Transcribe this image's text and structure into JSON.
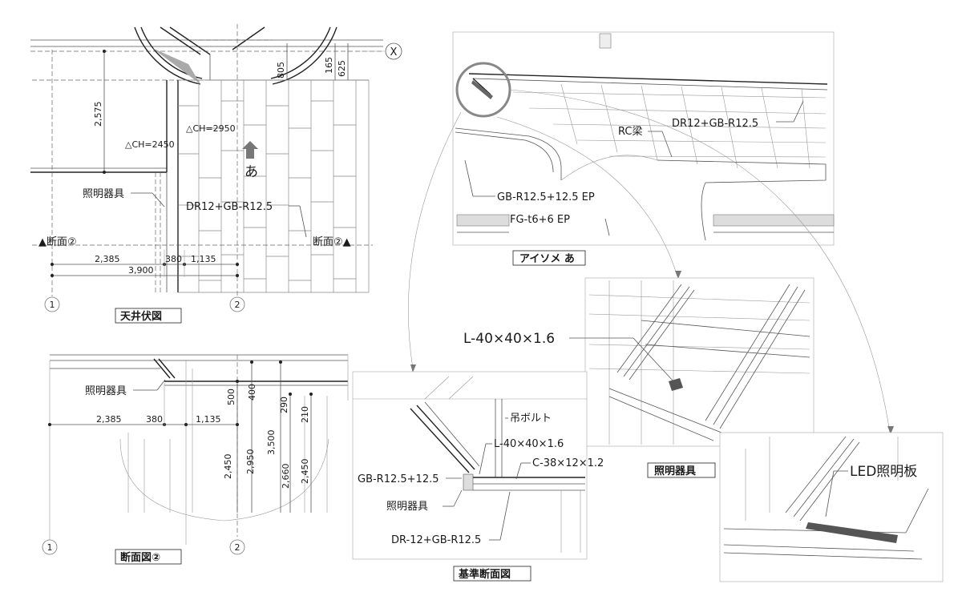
{
  "plan": {
    "title": "天井伏図",
    "axis_x": "X",
    "grid_1": "1",
    "grid_2": "2",
    "dim_805": "805",
    "dim_165": "165",
    "dim_625": "625",
    "dim_2575": "2,575",
    "ch_2950": "△CH=2950",
    "ch_2450": "△CH=2450",
    "view_mark": "あ",
    "lighting_label": "照明器具",
    "finish_label": "DR12+GB-R12.5",
    "section_left": "▲断面②",
    "section_right": "断面②▲",
    "dim_2385": "2,385",
    "dim_380": "380",
    "dim_1135": "1,135",
    "dim_3900": "3,900"
  },
  "axo": {
    "title": "アイソメ あ",
    "rc_beam": "RC梁",
    "finish": "DR12+GB-R12.5",
    "wall_finish": "GB-R12.5+12.5 EP",
    "glass": "FG-t6+6 EP"
  },
  "section": {
    "title": "断面図②",
    "grid_1": "1",
    "grid_2": "2",
    "lighting_label": "照明器具",
    "dim_2385": "2,385",
    "dim_380": "380",
    "dim_1135": "1,135",
    "dim_500": "500",
    "dim_400": "400",
    "dim_290": "290",
    "dim_210": "210",
    "dim_2450a": "2,450",
    "dim_2950": "2,950",
    "dim_3500": "3,500",
    "dim_2660": "2,660",
    "dim_2450b": "2,450"
  },
  "std_section": {
    "title": "基準断面図",
    "bolt": "吊ボルト",
    "angle": "L-40×40×1.6",
    "channel": "C-38×12×1.2",
    "gb": "GB-R12.5+12.5",
    "lighting": "照明器具",
    "dr": "DR-12+GB-R12.5"
  },
  "fixture": {
    "title": "照明器具",
    "angle": "L-40×40×1.6",
    "led": "LED照明板"
  }
}
